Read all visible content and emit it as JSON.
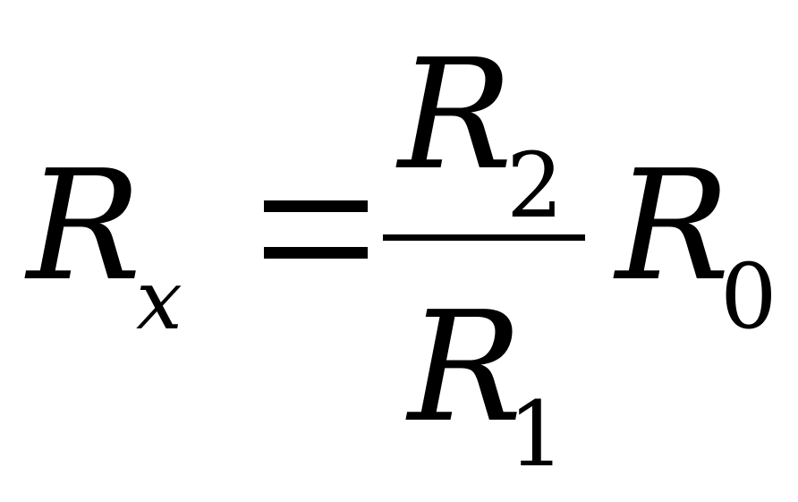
{
  "formula": {
    "lhs": {
      "symbol": "R",
      "subscript": "x"
    },
    "equals": "=",
    "numerator": {
      "symbol": "R",
      "subscript": "2"
    },
    "denominator": {
      "symbol": "R",
      "subscript": "1"
    },
    "factor": {
      "symbol": "R",
      "subscript": "0"
    }
  }
}
